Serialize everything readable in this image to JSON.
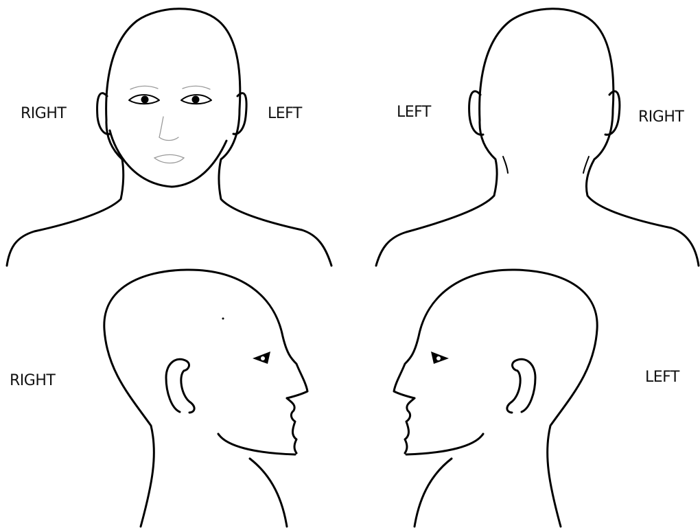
{
  "views": {
    "front": {
      "label_left": "RIGHT",
      "label_right": "LEFT"
    },
    "back": {
      "label_left": "LEFT",
      "label_right": "RIGHT"
    },
    "profile_right": {
      "label": "RIGHT"
    },
    "profile_left": {
      "label": "LEFT"
    }
  }
}
